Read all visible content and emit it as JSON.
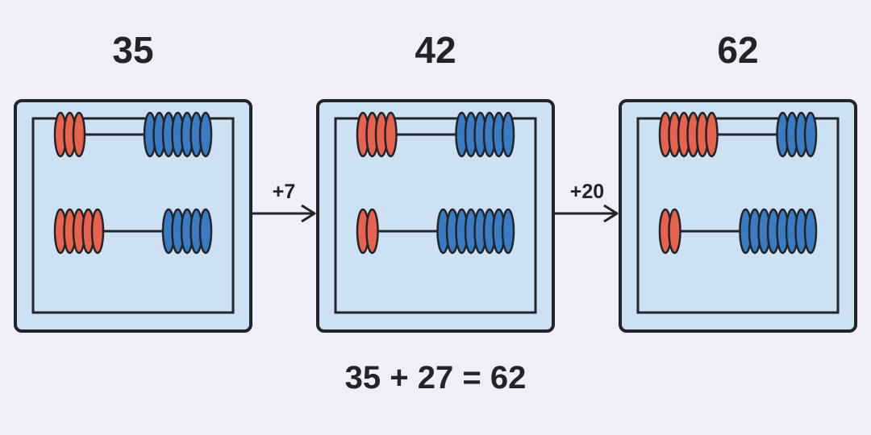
{
  "colors": {
    "background": "#f0eff9",
    "frame_fill": "#cce1f4",
    "stroke": "#222428",
    "tens_bead": "#e8634e",
    "ones_bead": "#3a7cc4"
  },
  "abacuses": [
    {
      "label": "35",
      "rows": [
        {
          "row": "tens",
          "left_beads": 3,
          "right_beads": 7
        },
        {
          "row": "ones",
          "left_beads": 5,
          "right_beads": 5
        }
      ]
    },
    {
      "label": "42",
      "rows": [
        {
          "row": "tens",
          "left_beads": 4,
          "right_beads": 6
        },
        {
          "row": "ones",
          "left_beads": 2,
          "right_beads": 8
        }
      ]
    },
    {
      "label": "62",
      "rows": [
        {
          "row": "tens",
          "left_beads": 6,
          "right_beads": 4
        },
        {
          "row": "ones",
          "left_beads": 2,
          "right_beads": 8
        }
      ]
    }
  ],
  "steps": [
    {
      "label": "+7"
    },
    {
      "label": "+20"
    }
  ],
  "equation": "35 + 27 = 62"
}
